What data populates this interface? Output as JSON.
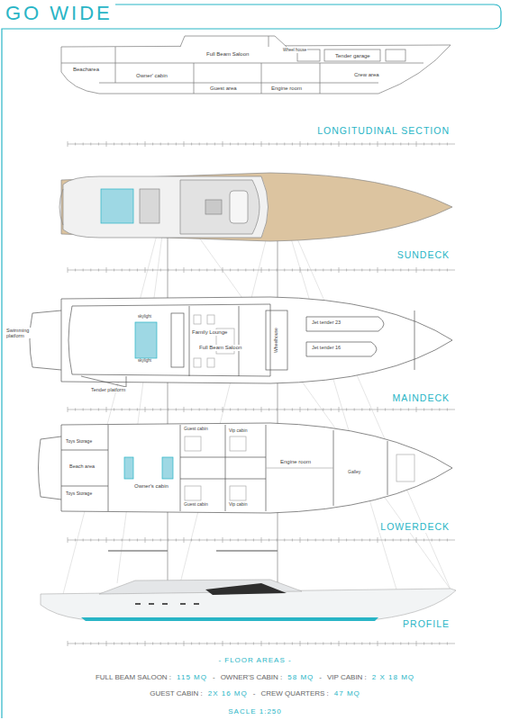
{
  "diagram": {
    "title": "GO WIDE",
    "labels": [
      "Beacharea",
      "Full Beam Saloon",
      "Wheel house",
      "Owner' cabin",
      "Guest area",
      "Engine room",
      "Tender garage",
      "Crew area",
      "LONGITUDINAL SECTION",
      "SUNDECK",
      "Swimming platform",
      "Tender platform",
      "skylight",
      "skylight",
      "Family Lounge",
      "Full Beam Saloon",
      "Wheelhouse",
      "Jet tender 23",
      "Jet tender 16",
      "MAINDECK",
      "Toys Storage",
      "Beach area",
      "Toys Storage",
      "Owner's cabin",
      "Guest cabin",
      "Vip cabin",
      "Guest cabin",
      "Vip cabin",
      "Engine room",
      "Galley",
      "LOWERDECK",
      "PROFILE",
      "- FLOOR AREAS -",
      "FULL BEAM SALOON :",
      "115 MQ",
      "-",
      "OWNER'S CABIN :",
      "58 MQ",
      "-",
      "VIP CABIN :",
      "2 X 18 MQ",
      "GUEST CABIN :",
      "2X 16 MQ",
      "-",
      "CREW QUARTERS :",
      "47 MQ",
      "SACLE 1:250"
    ]
  }
}
